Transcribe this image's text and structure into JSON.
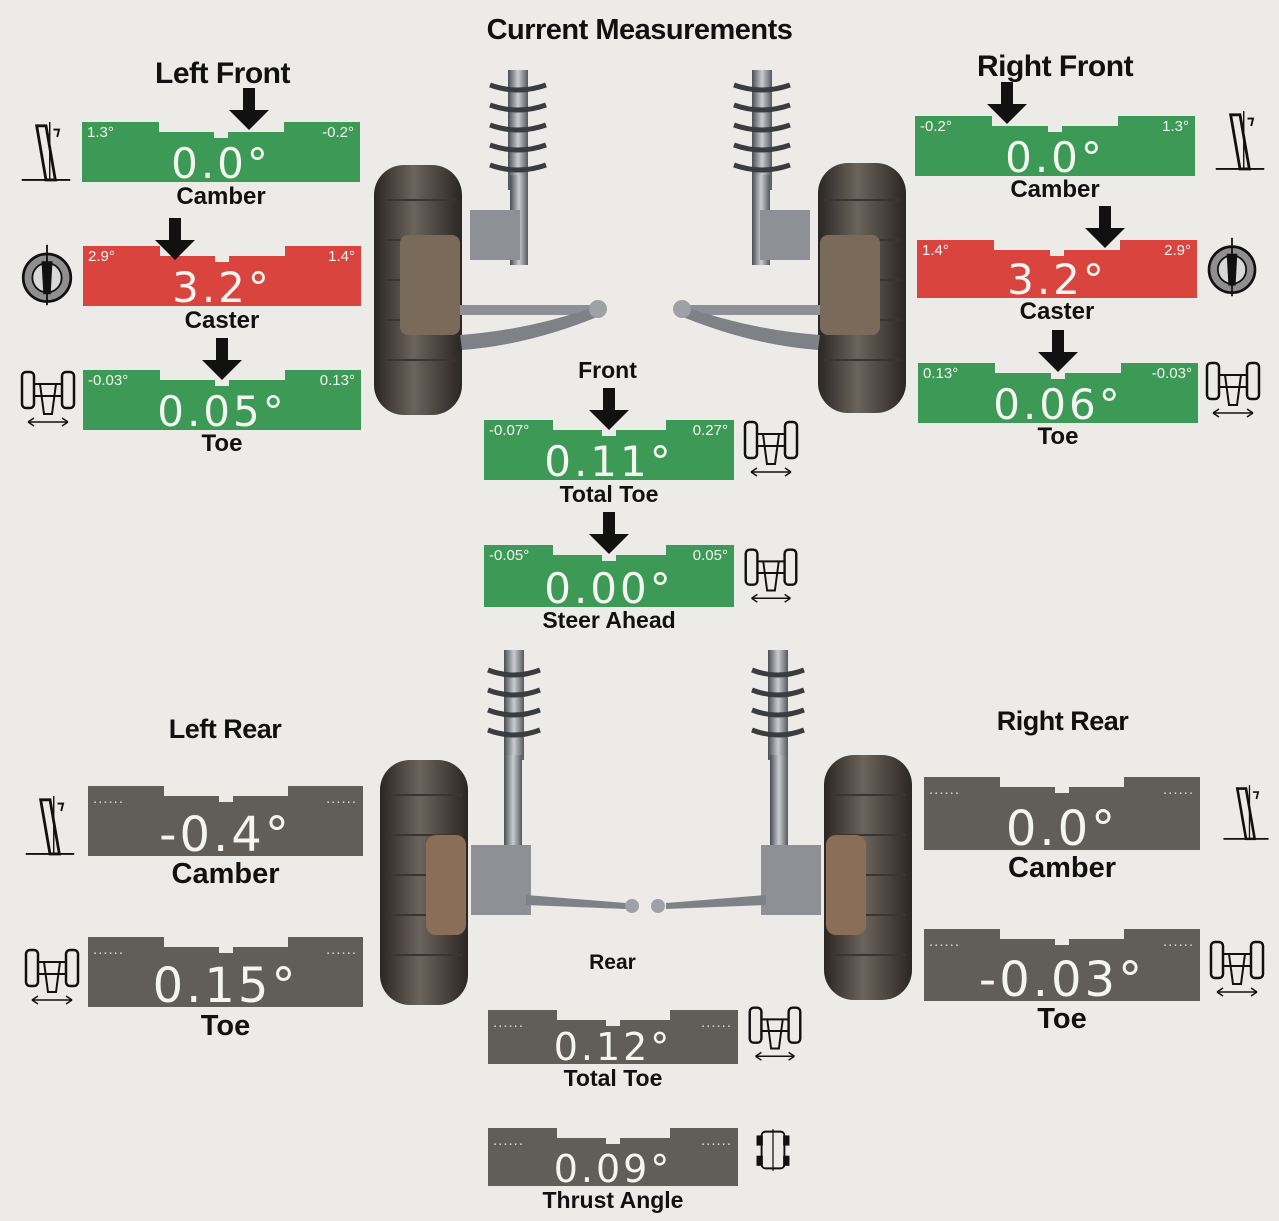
{
  "title": "Current Measurements",
  "colors": {
    "in_spec": "#3c9a56",
    "out_of_spec": "#d9453e",
    "no_spec": "#615d58"
  },
  "front": {
    "label": "Front",
    "left": {
      "title": "Left Front",
      "camber": {
        "label": "Camber",
        "value": "0.0°",
        "min": "1.3°",
        "max": "-0.2°",
        "status": "in_spec",
        "pointer": 0.6
      },
      "caster": {
        "label": "Caster",
        "value": "3.2°",
        "min": "2.9°",
        "max": "1.4°",
        "status": "out_of_spec",
        "pointer": 0.33
      },
      "toe": {
        "label": "Toe",
        "value": "0.05°",
        "min": "-0.03°",
        "max": "0.13°",
        "status": "in_spec",
        "pointer": 0.5
      }
    },
    "right": {
      "title": "Right Front",
      "camber": {
        "label": "Camber",
        "value": "0.0°",
        "min": "-0.2°",
        "max": "1.3°",
        "status": "in_spec",
        "pointer": 0.33
      },
      "caster": {
        "label": "Caster",
        "value": "3.2°",
        "min": "1.4°",
        "max": "2.9°",
        "status": "out_of_spec",
        "pointer": 0.67
      },
      "toe": {
        "label": "Toe",
        "value": "0.06°",
        "min": "0.13°",
        "max": "-0.03°",
        "status": "in_spec",
        "pointer": 0.5
      }
    },
    "total_toe": {
      "label": "Total Toe",
      "value": "0.11°",
      "min": "-0.07°",
      "max": "0.27°",
      "status": "in_spec",
      "pointer": 0.5
    },
    "steer_ahead": {
      "label": "Steer Ahead",
      "value": "0.00°",
      "min": "-0.05°",
      "max": "0.05°",
      "status": "in_spec",
      "pointer": 0.5
    }
  },
  "rear": {
    "label": "Rear",
    "left": {
      "title": "Left Rear",
      "camber": {
        "label": "Camber",
        "value": "-0.4°",
        "min": "......",
        "max": "......",
        "status": "no_spec"
      },
      "toe": {
        "label": "Toe",
        "value": "0.15°",
        "min": "......",
        "max": "......",
        "status": "no_spec"
      }
    },
    "right": {
      "title": "Right Rear",
      "camber": {
        "label": "Camber",
        "value": "0.0°",
        "min": "......",
        "max": "......",
        "status": "no_spec"
      },
      "toe": {
        "label": "Toe",
        "value": "-0.03°",
        "min": "......",
        "max": "......",
        "status": "no_spec"
      }
    },
    "total_toe": {
      "label": "Total Toe",
      "value": "0.12°",
      "min": "......",
      "max": "......",
      "status": "no_spec"
    },
    "thrust_angle": {
      "label": "Thrust Angle",
      "value": "0.09°",
      "min": "......",
      "max": "......",
      "status": "no_spec"
    }
  }
}
